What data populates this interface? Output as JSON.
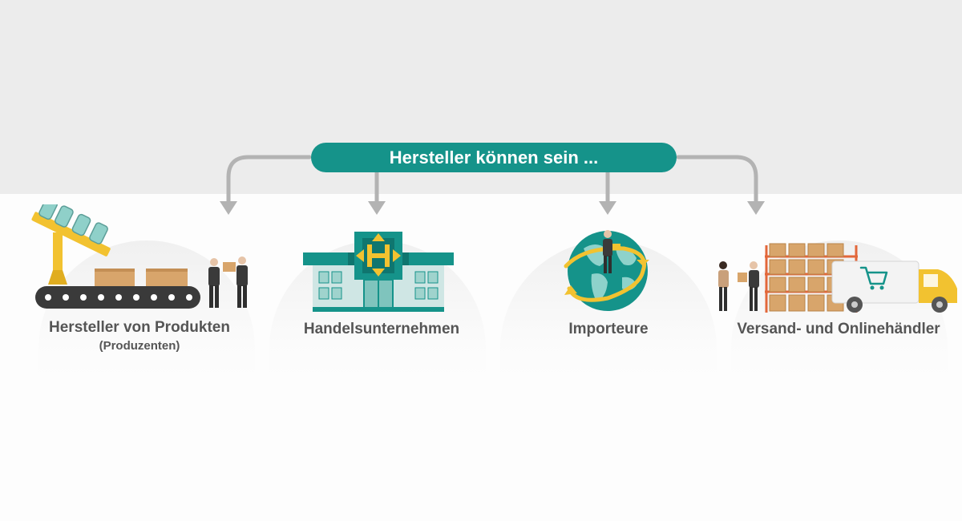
{
  "header": {
    "title": "Hersteller können sein ..."
  },
  "categories": [
    {
      "label": "Hersteller von Produkten",
      "sublabel": "(Produzenten)",
      "icon": "conveyor-factory-icon"
    },
    {
      "label": "Handelsunternehmen",
      "icon": "retail-store-icon"
    },
    {
      "label": "Importeure",
      "icon": "globe-importer-icon"
    },
    {
      "label": "Versand- und Onlinehändler",
      "icon": "warehouse-delivery-truck-icon"
    }
  ],
  "colors": {
    "teal": "#15938a",
    "yellow": "#f2c230",
    "arrow_gray": "#b3b3b3",
    "label_gray": "#555555",
    "box_brown": "#d8a56b"
  }
}
